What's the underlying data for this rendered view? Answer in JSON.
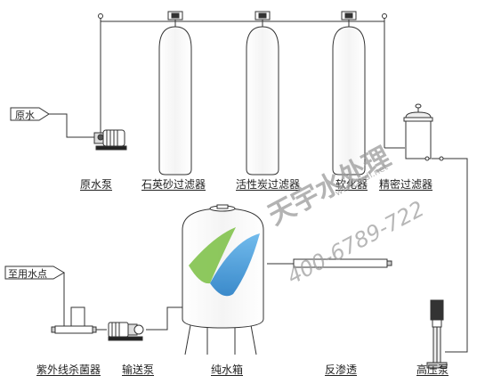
{
  "labels": {
    "raw_water_input": "原水",
    "use_point_output": "至用水点",
    "raw_water_pump": "原水泵",
    "quartz_sand_filter": "石英砂过滤器",
    "activated_carbon_filter": "活性炭过滤器",
    "softener": "软化器",
    "precision_filter": "精密过滤器",
    "uv_sterilizer": "紫外线杀菌器",
    "delivery_pump": "输送泵",
    "pure_water_tank": "纯水箱",
    "reverse_osmosis": "反渗透",
    "high_pressure_pump": "高压泵"
  },
  "watermark": {
    "brand": "天宇水处理",
    "phone": "400-6789-722",
    "url": "www.tydl.net"
  },
  "colors": {
    "line": "#333333",
    "watermark_blue": "#2a8fd6",
    "watermark_green": "#7bc043",
    "watermark_gray": "#9a9a9a"
  }
}
